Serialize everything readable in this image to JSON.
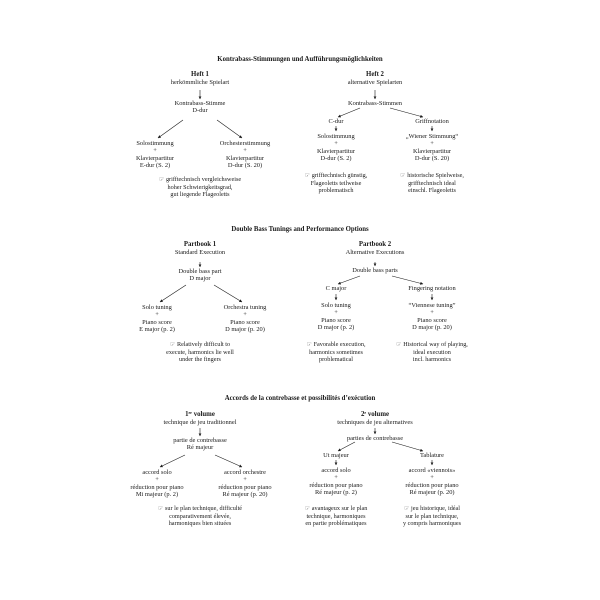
{
  "sections": [
    {
      "title": "Kontrabass-Stimmungen und Aufführungsmöglichkeiten",
      "left": {
        "heading": "Heft 1",
        "subtitle": "herkömmliche Spielart",
        "part": "Kontrabass-Stimme\nD-dur",
        "a": "Solostimmung\n+\nKlavierpartitur\nE-dur (S. 2)",
        "b": "Orchesterstimmung\n+\nKlavierpartitur\nD-dur (S. 20)",
        "note": "☞ grifftechnisch vergleichsweise\nhoher Schwierigkeitsgrad,\ngut liegende Flageoletts"
      },
      "right": {
        "heading": "Heft 2",
        "subtitle": "alternative Spielarten",
        "part": "Kontrabass-Stimmen",
        "c": "C-dur",
        "d": "Griffnotation",
        "a": "Solostimmung\n+\nKlavierpartitur\nD-dur (S. 2)",
        "b": "„Wiener Stimmung“\n+\nKlavierpartitur\nD-dur (S. 20)",
        "note_a": "☞ grifftechnisch günstig,\nFlageoletts teilweise\nproblematisch",
        "note_b": "☞ historische Spielweise,\ngrifftechnisch ideal\neinschl. Flageoletts"
      }
    },
    {
      "title": "Double Bass Tunings and Performance Options",
      "left": {
        "heading": "Partbook 1",
        "subtitle": "Standard Execution",
        "part": "Double bass part\nD major",
        "a": "Solo tuning\n+\nPiano score\nE major (p. 2)",
        "b": "Orchestra tuning\n+\nPiano score\nD major (p. 20)",
        "note": "☞ Relatively difficult to\nexecute, harmonics lie well\nunder the fingers"
      },
      "right": {
        "heading": "Partbook 2",
        "subtitle": "Alternative Executions",
        "part": "Double bass parts",
        "c": "C major",
        "d": "Fingering notation",
        "a": "Solo tuning\n+\nPiano score\nD major (p. 2)",
        "b": "“Viennese tuning”\n+\nPiano score\nD major (p. 20)",
        "note_a": "☞ Favorable execution,\nharmonics sometimes\nproblematical",
        "note_b": "☞ Historical way of playing,\nideal execution\nincl. harmonics"
      }
    },
    {
      "title": "Accords de la contrebasse et possibilités d’exécution",
      "left": {
        "heading": "1ᵉʳ volume",
        "subtitle": "technique de jeu traditionnel",
        "part": "partie de contrebasse\nRé majeur",
        "a": "accord solo\n+\nréduction pour piano\nMi majeur (p. 2)",
        "b": "accord orchestre\n+\nréduction pour piano\nRé majeur (p. 20)",
        "note": "☞ sur le plan technique, difficulté\ncomparativement élevée,\nharmoniques bien situées"
      },
      "right": {
        "heading": "2ᵉ volume",
        "subtitle": "techniques de jeu alternatives",
        "part": "parties de contrebasse",
        "c": "Ut majeur",
        "d": "Tablature",
        "a": "accord solo\n+\nréduction pour piano\nRé majeur (p. 2)",
        "b": "accord «viennois»\n+\nréduction pour piano\nRé majeur (p. 20)",
        "note_a": "☞ avantageux sur le plan\ntechnique, harmoniques\nen partie problématiques",
        "note_b": "☞ jeu historique, idéal\nsur le plan technique,\ny compris harmoniques"
      }
    }
  ]
}
